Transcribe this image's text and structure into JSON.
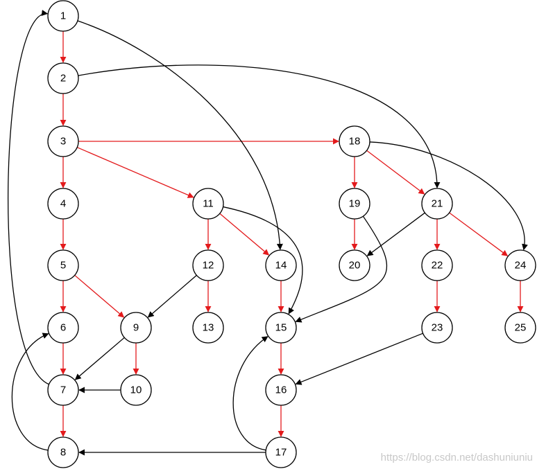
{
  "colors": {
    "tree_edge": "#e31a1c",
    "back_edge": "#000000",
    "node_stroke": "#000000",
    "node_fill": "#ffffff",
    "watermark": "#c8c8c8"
  },
  "nodes": [
    {
      "id": "1",
      "label": "1"
    },
    {
      "id": "2",
      "label": "2"
    },
    {
      "id": "3",
      "label": "3"
    },
    {
      "id": "4",
      "label": "4"
    },
    {
      "id": "5",
      "label": "5"
    },
    {
      "id": "6",
      "label": "6"
    },
    {
      "id": "7",
      "label": "7"
    },
    {
      "id": "8",
      "label": "8"
    },
    {
      "id": "9",
      "label": "9"
    },
    {
      "id": "10",
      "label": "10"
    },
    {
      "id": "11",
      "label": "11"
    },
    {
      "id": "12",
      "label": "12"
    },
    {
      "id": "13",
      "label": "13"
    },
    {
      "id": "14",
      "label": "14"
    },
    {
      "id": "15",
      "label": "15"
    },
    {
      "id": "16",
      "label": "16"
    },
    {
      "id": "17",
      "label": "17"
    },
    {
      "id": "18",
      "label": "18"
    },
    {
      "id": "19",
      "label": "19"
    },
    {
      "id": "20",
      "label": "20"
    },
    {
      "id": "21",
      "label": "21"
    },
    {
      "id": "22",
      "label": "22"
    },
    {
      "id": "23",
      "label": "23"
    },
    {
      "id": "24",
      "label": "24"
    },
    {
      "id": "25",
      "label": "25"
    }
  ],
  "edges": [
    {
      "from": "1",
      "to": "2",
      "kind": "tree"
    },
    {
      "from": "2",
      "to": "3",
      "kind": "tree"
    },
    {
      "from": "3",
      "to": "4",
      "kind": "tree"
    },
    {
      "from": "4",
      "to": "5",
      "kind": "tree"
    },
    {
      "from": "5",
      "to": "6",
      "kind": "tree"
    },
    {
      "from": "6",
      "to": "7",
      "kind": "tree"
    },
    {
      "from": "7",
      "to": "8",
      "kind": "tree"
    },
    {
      "from": "5",
      "to": "9",
      "kind": "tree"
    },
    {
      "from": "9",
      "to": "10",
      "kind": "tree"
    },
    {
      "from": "3",
      "to": "11",
      "kind": "tree"
    },
    {
      "from": "11",
      "to": "12",
      "kind": "tree"
    },
    {
      "from": "12",
      "to": "13",
      "kind": "tree"
    },
    {
      "from": "11",
      "to": "14",
      "kind": "tree"
    },
    {
      "from": "14",
      "to": "15",
      "kind": "tree"
    },
    {
      "from": "15",
      "to": "16",
      "kind": "tree"
    },
    {
      "from": "16",
      "to": "17",
      "kind": "tree"
    },
    {
      "from": "3",
      "to": "18",
      "kind": "tree"
    },
    {
      "from": "18",
      "to": "19",
      "kind": "tree"
    },
    {
      "from": "19",
      "to": "20",
      "kind": "tree"
    },
    {
      "from": "18",
      "to": "21",
      "kind": "tree"
    },
    {
      "from": "21",
      "to": "22",
      "kind": "tree"
    },
    {
      "from": "22",
      "to": "23",
      "kind": "tree"
    },
    {
      "from": "21",
      "to": "24",
      "kind": "tree"
    },
    {
      "from": "24",
      "to": "25",
      "kind": "tree"
    },
    {
      "from": "1",
      "to": "14",
      "kind": "other"
    },
    {
      "from": "2",
      "to": "21",
      "kind": "other"
    },
    {
      "from": "18",
      "to": "24",
      "kind": "other"
    },
    {
      "from": "11",
      "to": "15",
      "kind": "other"
    },
    {
      "from": "19",
      "to": "15",
      "kind": "other"
    },
    {
      "from": "21",
      "to": "20",
      "kind": "other"
    },
    {
      "from": "12",
      "to": "9",
      "kind": "other"
    },
    {
      "from": "9",
      "to": "7",
      "kind": "other"
    },
    {
      "from": "10",
      "to": "7",
      "kind": "other"
    },
    {
      "from": "7",
      "to": "1",
      "kind": "other"
    },
    {
      "from": "8",
      "to": "6",
      "kind": "other"
    },
    {
      "from": "17",
      "to": "8",
      "kind": "other"
    },
    {
      "from": "17",
      "to": "15",
      "kind": "other"
    },
    {
      "from": "23",
      "to": "16",
      "kind": "other"
    }
  ],
  "watermark": "https://blog.csdn.net/dashuniuniu"
}
